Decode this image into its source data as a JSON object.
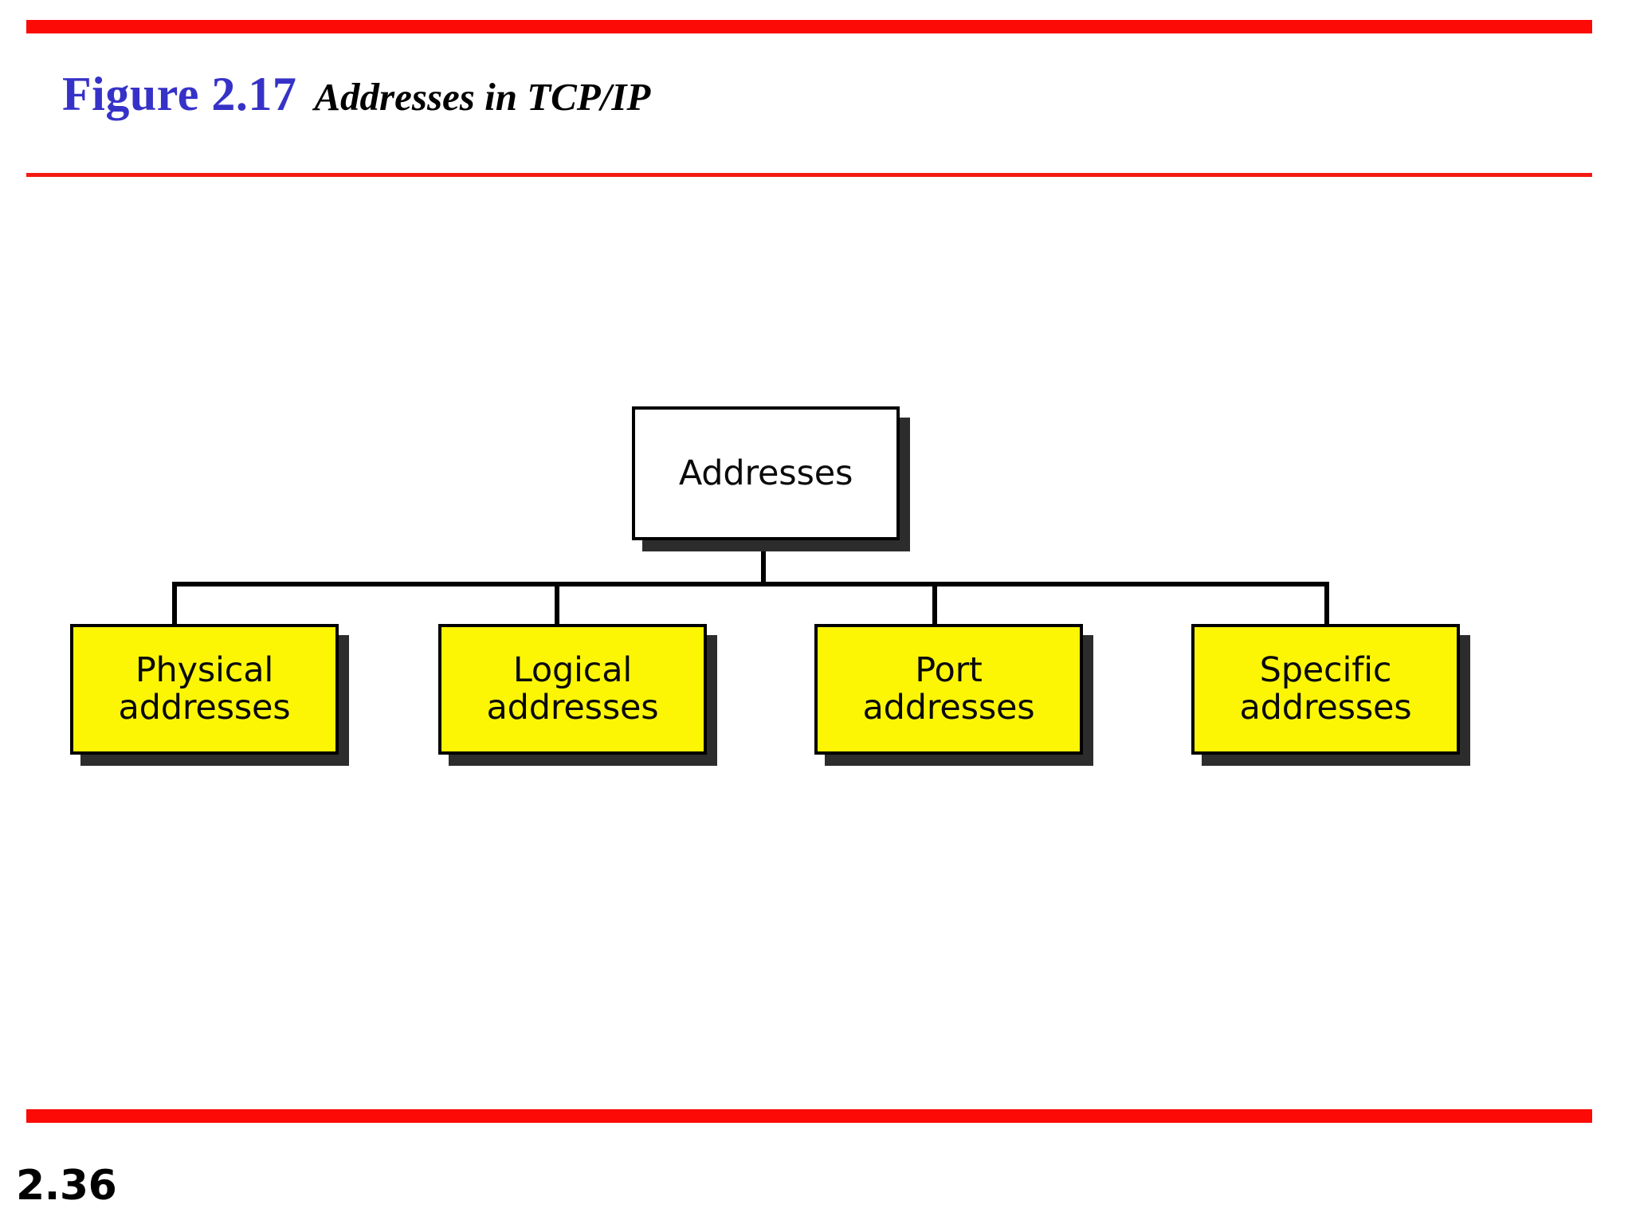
{
  "slide": {
    "page_number": "2.36",
    "background_color": "#ffffff"
  },
  "heading": {
    "figure_label": "Figure 2.17",
    "figure_title": "Addresses in TCP/IP",
    "label_color": "#3632c8",
    "title_color": "#000000"
  },
  "decor": {
    "rule_thick_color": "#fb0a06",
    "rule_thin_color": "#f41a12"
  },
  "diagram": {
    "type": "tree",
    "root": {
      "label": "Addresses",
      "fill_color": "#ffffff",
      "border_color": "#000000",
      "shadow_color": "#2c2c2c"
    },
    "children": [
      {
        "label": "Physical\naddresses",
        "fill_color": "#fcf605"
      },
      {
        "label": "Logical\naddresses",
        "fill_color": "#fcf605"
      },
      {
        "label": "Port\naddresses",
        "fill_color": "#fcf605"
      },
      {
        "label": "Specific\naddresses",
        "fill_color": "#fcf605"
      }
    ]
  }
}
